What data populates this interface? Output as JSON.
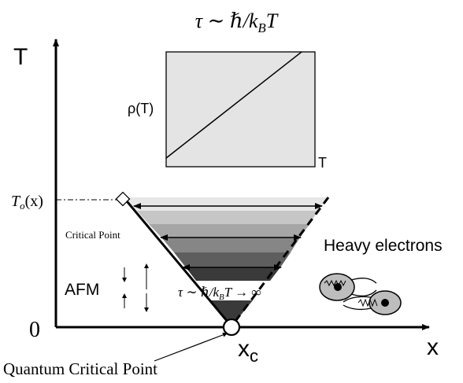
{
  "title": "τ ∼ ℏ/k_B T",
  "axes": {
    "y_label": "T",
    "x_label": "x",
    "origin_label": "0",
    "xc_label": "x",
    "xc_subscript": "c"
  },
  "inset": {
    "y_label": "ρ(T)",
    "x_label": "T"
  },
  "labels": {
    "To": "T",
    "To_sub": "o",
    "To_arg": "(x)",
    "critical_point": "Critical Point",
    "quantum_critical_point": "Quantum Critical Point",
    "afm": "AFM",
    "heavy_electrons": "Heavy electrons",
    "tau_infinity": "τ ∼ ℏ/k_B T → ∞"
  },
  "colors": {
    "band_1": "#e6e6e6",
    "band_2": "#c6c6c6",
    "band_3": "#a6a6a6",
    "band_4": "#868686",
    "band_5": "#5e5e5e",
    "band_6": "#3a3a3a",
    "inset_fill": "#e4e4e4"
  }
}
